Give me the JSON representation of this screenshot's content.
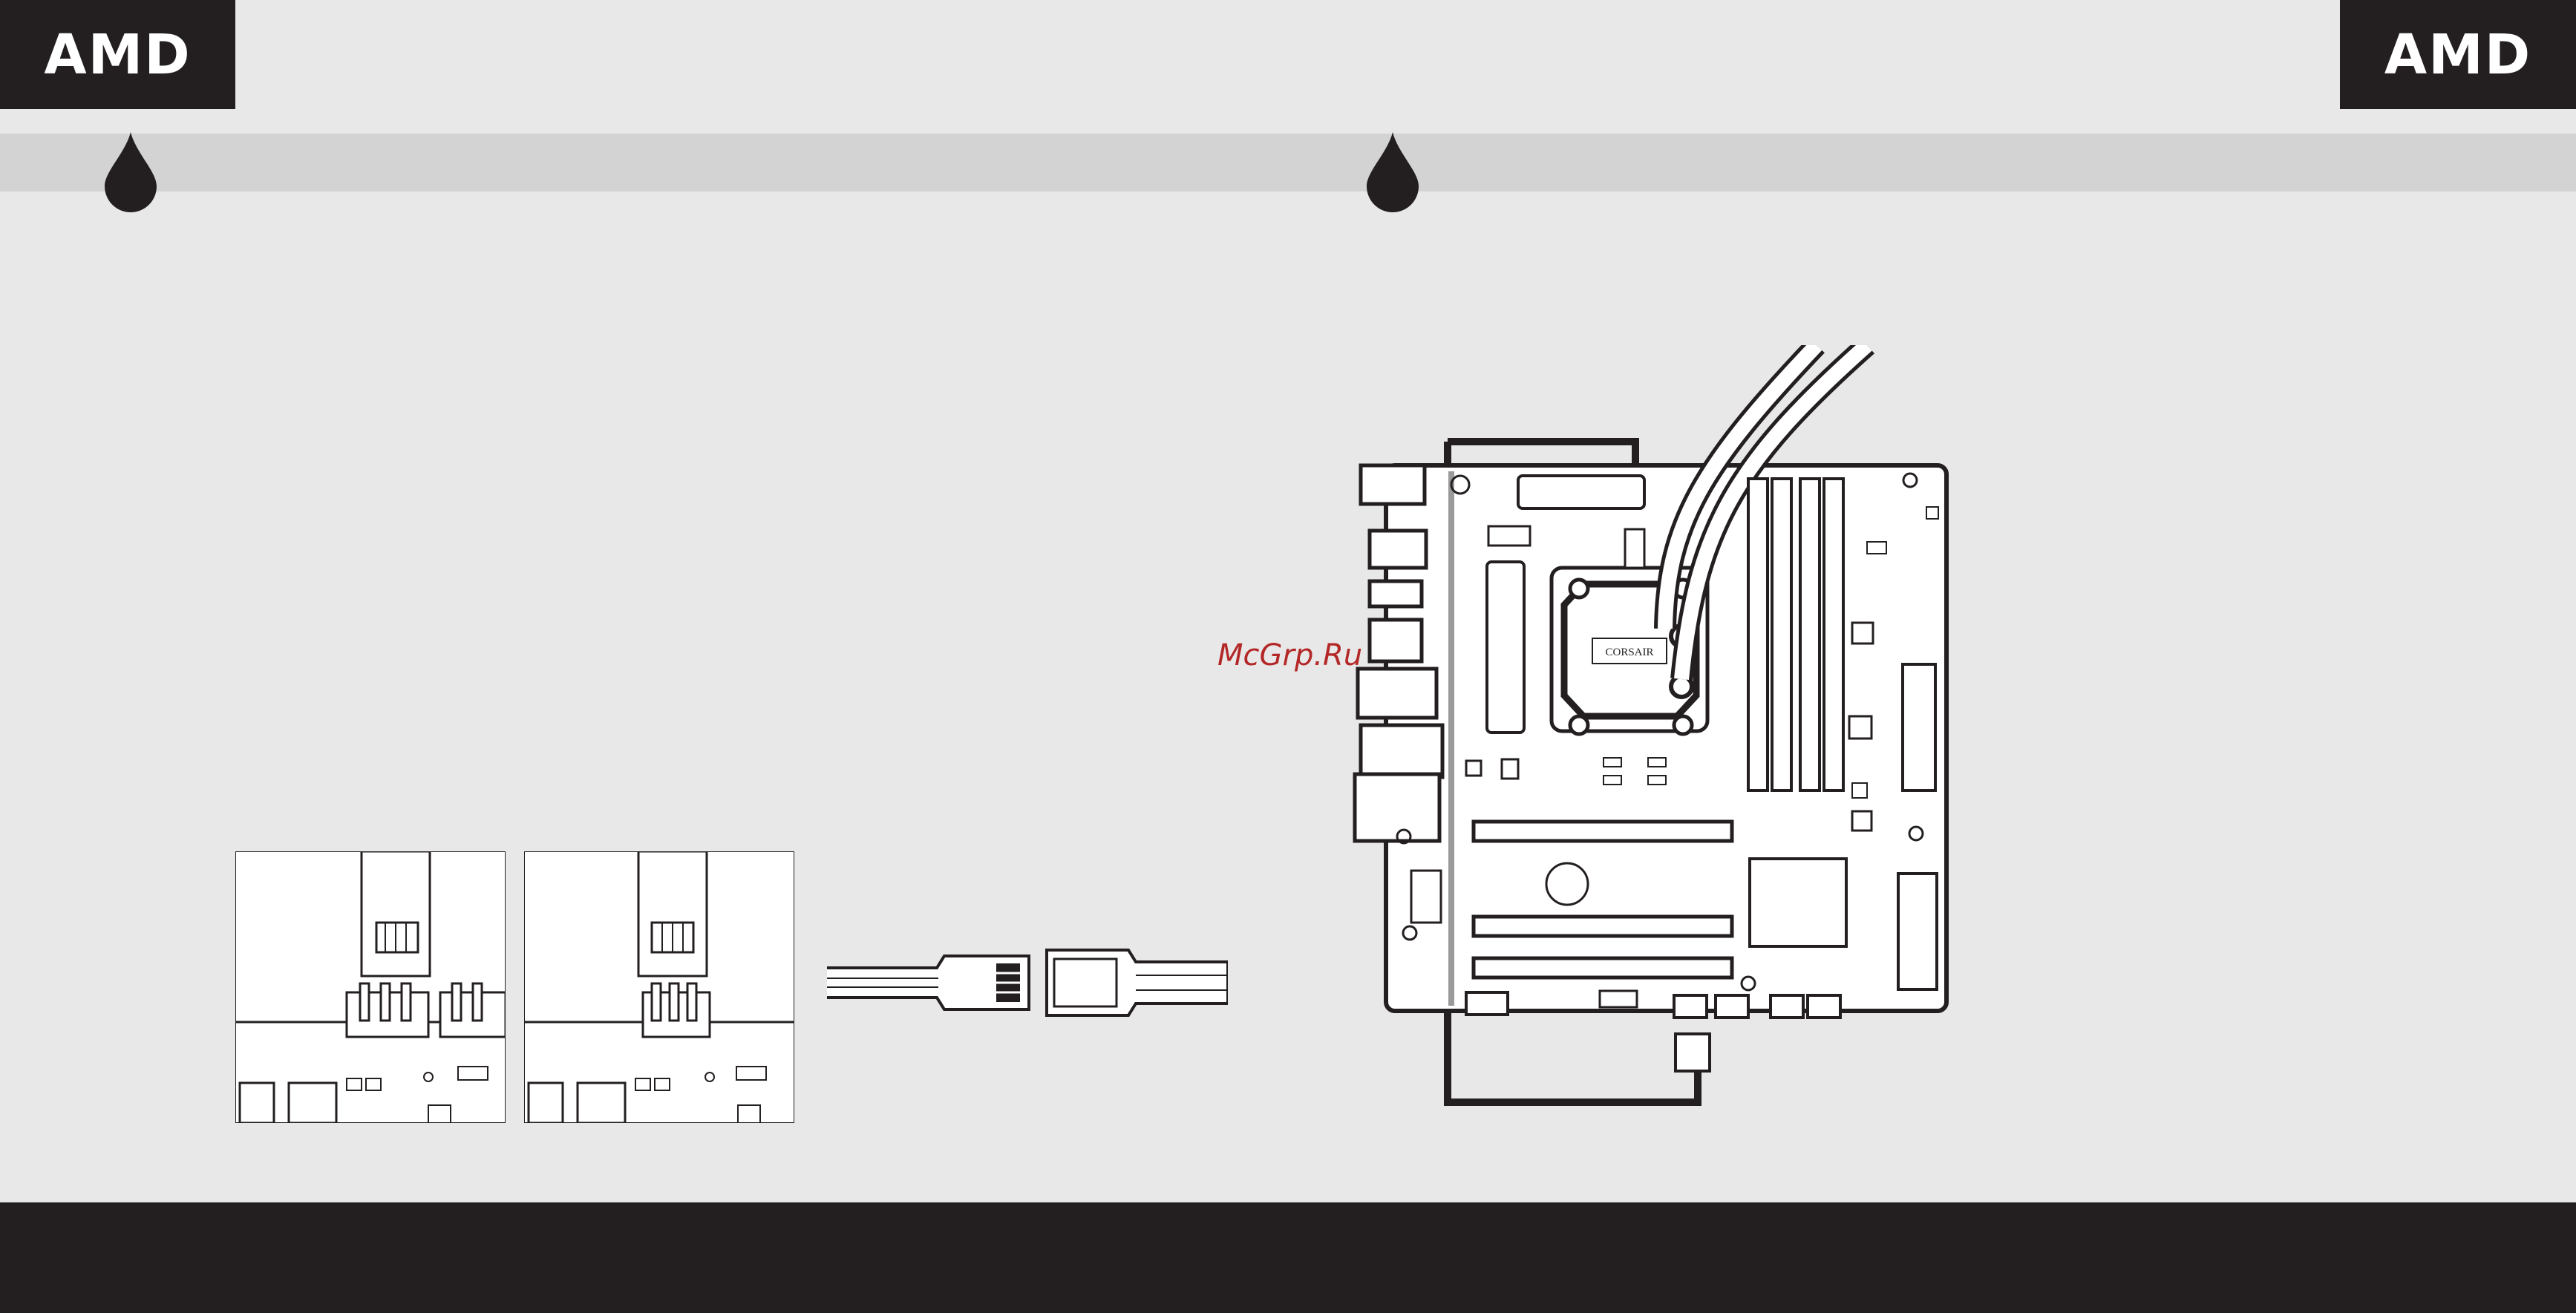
{
  "header": {
    "left_logo": "AMD",
    "right_logo": "AMD"
  },
  "watermark": "McGrp.Ru",
  "board": {
    "pump_brand": "CORSAIR"
  },
  "icons": {
    "step_markers": [
      "drop-icon",
      "drop-icon"
    ]
  },
  "colors": {
    "background": "#e8e8e8",
    "band": "#d3d3d3",
    "dark": "#231f20",
    "watermark": "#b42727"
  }
}
